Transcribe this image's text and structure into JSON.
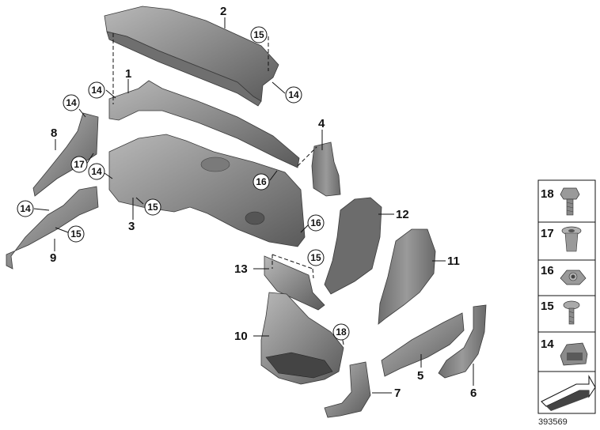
{
  "callouts": {
    "c1": "1",
    "c2": "2",
    "c3": "3",
    "c4": "4",
    "c5": "5",
    "c6": "6",
    "c7": "7",
    "c8": "8",
    "c9": "9",
    "c10": "10",
    "c11": "11",
    "c12": "12",
    "c13": "13"
  },
  "circled": {
    "c15_top": "15",
    "c14_left_top": "14",
    "c14_right_top": "14",
    "c14_part8": "14",
    "c17": "17",
    "c14_mid": "14",
    "c14_part9": "14",
    "c15_part9": "15",
    "c15_part3": "15",
    "c16_a": "16",
    "c16_b": "16",
    "c15_part13": "15",
    "c18": "18"
  },
  "legend": {
    "items": [
      {
        "num": "18",
        "icon": "bolt-icon"
      },
      {
        "num": "17",
        "icon": "expanding-nut-icon"
      },
      {
        "num": "16",
        "icon": "hex-nut-icon"
      },
      {
        "num": "15",
        "icon": "screw-icon"
      },
      {
        "num": "14",
        "icon": "clip-nut-icon"
      }
    ],
    "arrow_icon": "assembly-arrow-icon"
  },
  "ref_number": "393569",
  "colors": {
    "part_fill": "#8c8c8c",
    "part_dark": "#5e5e5e",
    "part_light": "#b9b9b9",
    "line": "#111111"
  }
}
